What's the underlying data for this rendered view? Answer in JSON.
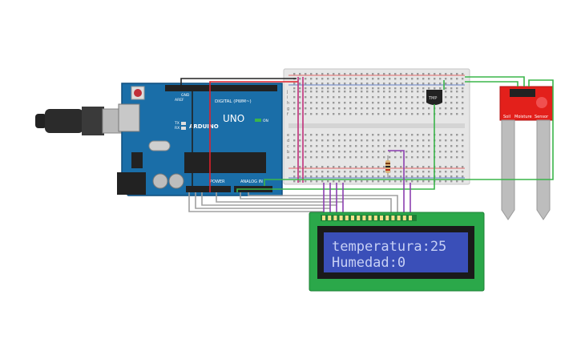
{
  "arduino": {
    "brand": "ARDUINO",
    "model": "UNO",
    "digital_label": "DIGITAL (PWM~)",
    "power_label": "POWER",
    "analog_label": "ANALOG IN",
    "aref_label": "AREF",
    "gnd_label": "GND",
    "tx_label": "TX",
    "rx_label": "RX",
    "on_label": "ON"
  },
  "breadboard": {
    "row_letters_top": [
      "j",
      "i",
      "h",
      "g",
      "f"
    ],
    "row_letters_bottom": [
      "e",
      "d",
      "c",
      "b",
      "a"
    ]
  },
  "sensor_chip": {
    "label": "TMP"
  },
  "soil_sensor": {
    "title_1": "Soil",
    "title_2": "Moisture",
    "title_3": "Sensor"
  },
  "lcd": {
    "line1": "temperatura:25",
    "line2": "Humedad:0"
  },
  "colors": {
    "pcb_blue": "#1a6ea8",
    "lcd_green": "#2ba84a",
    "lcd_screen": "#3a4fb8",
    "lcd_text": "#c7d0f5",
    "sensor_red": "#e3201b",
    "wire_green": "#3ab54a",
    "wire_purple": "#8c3fb0",
    "wire_red": "#e0202a",
    "wire_black": "#222222",
    "wire_gray": "#a0a0a0",
    "wire_magenta": "#c0307a"
  }
}
